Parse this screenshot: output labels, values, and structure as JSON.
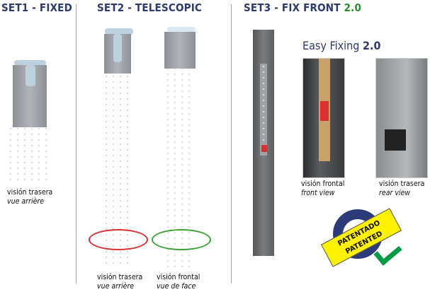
{
  "sets": [
    {
      "title": "SET1 - FIXED",
      "captions": [
        {
          "es": "visión trasera",
          "fr": "vue arrière"
        }
      ]
    },
    {
      "title": "SET2 - TELESCOPIC",
      "captions": [
        {
          "es": "visión trasera",
          "fr": "vue arrière"
        },
        {
          "es": "visión frontal",
          "fr": "vue de face"
        }
      ]
    },
    {
      "title_prefix": "SET3 - FIX FRONT",
      "title_version": "2.0",
      "subtitle": "Easy Fixing",
      "subtitle_version": "2.0",
      "captions": [
        {
          "es": "visión frontal",
          "en": "front view"
        },
        {
          "es": "visión trasera",
          "en": "rear view"
        }
      ]
    }
  ],
  "badge": {
    "line1": "PATENTADO",
    "line2": "PATENTED"
  },
  "colors": {
    "title": "#2d3a6e",
    "accent_green": "#2e8b2e",
    "ring": "#2d3a7a",
    "badge_yellow": "#fff200",
    "check": "#009a44",
    "highlight_red": "#d93030",
    "highlight_green": "#3aa335"
  }
}
